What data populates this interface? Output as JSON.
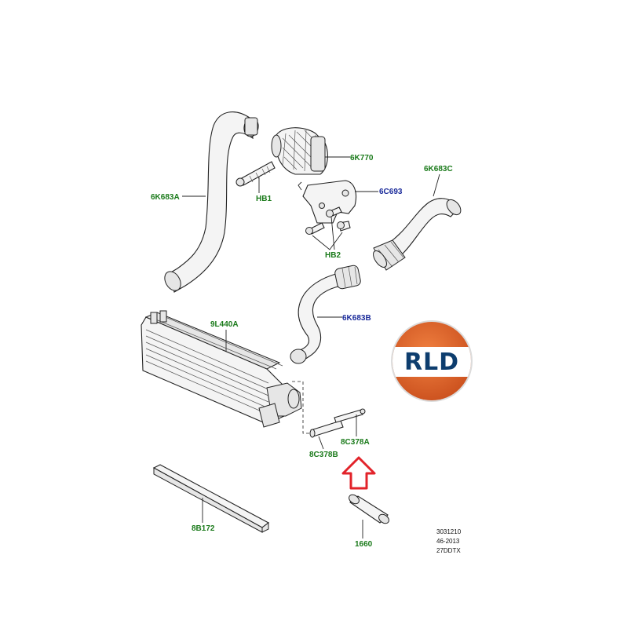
{
  "diagram": {
    "labels": [
      {
        "id": "6K683A",
        "text": "6K683A",
        "color": "#1a7a1a"
      },
      {
        "id": "HB1",
        "text": "HB1",
        "color": "#1a7a1a"
      },
      {
        "id": "6K770",
        "text": "6K770",
        "color": "#1a7a1a"
      },
      {
        "id": "6C693",
        "text": "6C693",
        "color": "#1a2a9a"
      },
      {
        "id": "6K683C",
        "text": "6K683C",
        "color": "#1a7a1a"
      },
      {
        "id": "HB2",
        "text": "HB2",
        "color": "#1a7a1a"
      },
      {
        "id": "6K683B",
        "text": "6K683B",
        "color": "#1a2a9a"
      },
      {
        "id": "9L440A",
        "text": "9L440A",
        "color": "#1a7a1a"
      },
      {
        "id": "8C378A",
        "text": "8C378A",
        "color": "#1a7a1a"
      },
      {
        "id": "8C378B",
        "text": "8C378B",
        "color": "#1a7a1a"
      },
      {
        "id": "8B172",
        "text": "8B172",
        "color": "#1a7a1a"
      },
      {
        "id": "1660",
        "text": "1660",
        "color": "#1a7a1a"
      }
    ],
    "reference_block": [
      "3031210",
      "46-2013",
      "27DDTX"
    ],
    "logo": {
      "text": "RLD",
      "top_color": "#e0622a",
      "bottom_color": "#e0622a",
      "band_color": "#ffffff",
      "text_color": "#0d3d6e"
    },
    "arrow": {
      "color": "#e2232a",
      "direction": "up"
    }
  }
}
